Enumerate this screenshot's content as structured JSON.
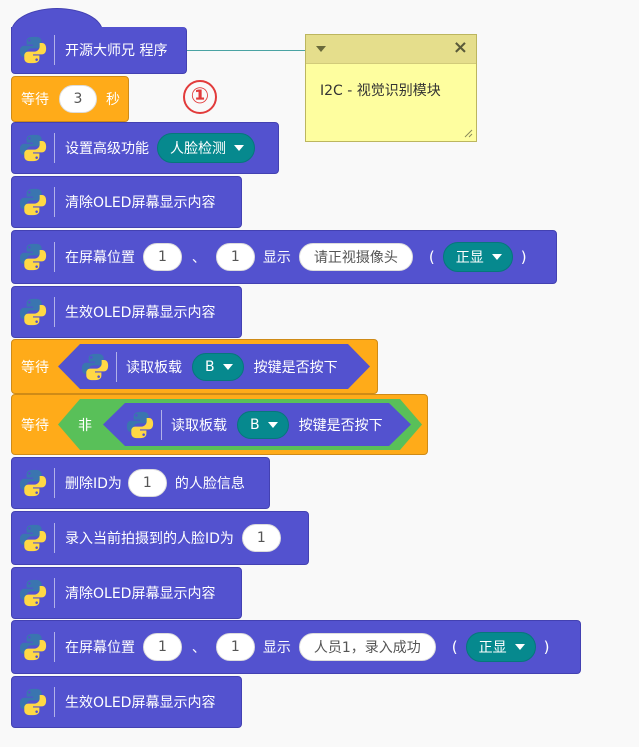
{
  "comment": {
    "text": "I2C - 视觉识别模块",
    "close_icon": "close-icon"
  },
  "annotation": {
    "marker": "①"
  },
  "blocks": {
    "hat": {
      "label": "开源大师兄 程序"
    },
    "wait1": {
      "label": "等待",
      "value": "3",
      "unit": "秒"
    },
    "set_func": {
      "label": "设置高级功能",
      "option": "人脸检测"
    },
    "clear1": {
      "label": "清除OLED屏幕显示内容"
    },
    "show1": {
      "label1": "在屏幕位置",
      "x": "1",
      "sep": "、",
      "y": "1",
      "label2": "显示",
      "text": "请正视摄像头",
      "lparen": "(",
      "mode": "正显",
      "rparen": ")"
    },
    "apply1": {
      "label": "生效OLED屏幕显示内容"
    },
    "wait2": {
      "label": "等待",
      "read": "读取板载",
      "button": "B",
      "pressed": "按键是否按下"
    },
    "wait3": {
      "label": "等待",
      "not": "非",
      "read": "读取板载",
      "button": "B",
      "pressed": "按键是否按下"
    },
    "delete": {
      "label1": "删除ID为",
      "id": "1",
      "label2": "的人脸信息"
    },
    "record": {
      "label": "录入当前拍摄到的人脸ID为",
      "id": "1"
    },
    "clear2": {
      "label": "清除OLED屏幕显示内容"
    },
    "show2": {
      "label1": "在屏幕位置",
      "x": "1",
      "sep": "、",
      "y": "1",
      "label2": "显示",
      "text": "人员1，录入成功",
      "lparen": "(",
      "mode": "正显",
      "rparen": ")"
    },
    "apply2": {
      "label": "生效OLED屏幕显示内容"
    }
  },
  "colors": {
    "block_blue": "#5352cf",
    "control_orange": "#ffab19",
    "operator_green": "#59c059",
    "dropdown_teal": "#06898e",
    "note_yellow": "#fefe9f",
    "marker_red": "#e23b3b"
  }
}
